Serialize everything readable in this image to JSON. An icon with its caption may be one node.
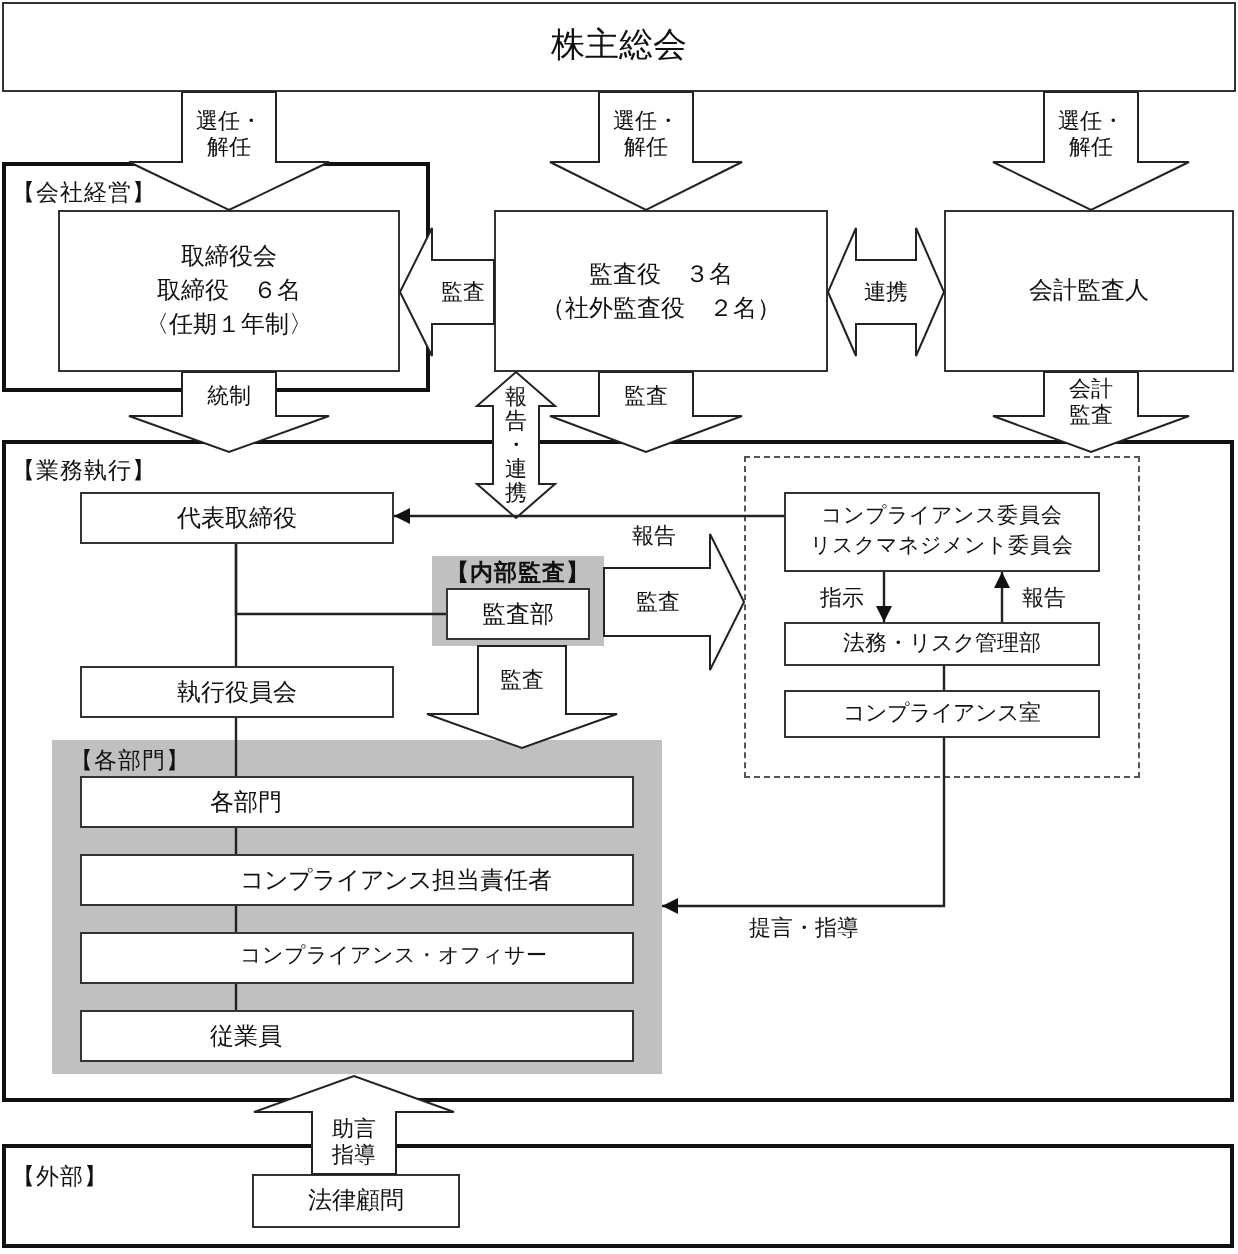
{
  "diagram": {
    "nodes": [
      {
        "text": [
          "株主総会"
        ]
      },
      {
        "text": [
          "【会社経営】"
        ]
      },
      {
        "text": [
          "取締役会",
          "取締役　６名",
          "〈任期１年制〉"
        ],
        "in": 1
      },
      {
        "text": [
          "監査役　３名",
          "（社外監査役　２名）"
        ]
      },
      {
        "text": [
          "会計監査人"
        ]
      },
      {
        "text": [
          "【業務執行】"
        ]
      },
      {
        "text": [
          "代表取締役"
        ],
        "in": 5
      },
      {
        "text": [
          "【内部監査】"
        ],
        "in": 5
      },
      {
        "text": [
          "監査部"
        ],
        "in": 7
      },
      {
        "text": [
          "執行役員会"
        ],
        "in": 5
      },
      {
        "text": [
          "【各部門】"
        ],
        "in": 5
      },
      {
        "text": [
          "各部門"
        ],
        "in": 10
      },
      {
        "text": [
          "コンプライアンス担当責任者"
        ],
        "in": 10
      },
      {
        "text": [
          "コンプライアンス・オフィサー"
        ],
        "in": 10
      },
      {
        "text": [
          "従業員"
        ],
        "in": 10
      },
      {
        "text": [],
        "shape": "box",
        "in": 5
      },
      {
        "text": [
          "コンプライアンス委員会",
          "リスクマネジメント委員会"
        ],
        "in": 15
      },
      {
        "text": [
          "法務・リスク管理部"
        ],
        "in": 15
      },
      {
        "text": [
          "コンプライアンス室"
        ],
        "in": 15
      },
      {
        "text": [
          "【外部】"
        ]
      },
      {
        "text": [
          "法律顧問"
        ],
        "in": 19
      }
    ],
    "edges": [
      {
        "from": 0,
        "to": 2,
        "arrow": "to",
        "label": "選任・解任",
        "style": "thick"
      },
      {
        "from": 0,
        "to": 3,
        "arrow": "to",
        "label": "選任・解任",
        "style": "thick"
      },
      {
        "from": 0,
        "to": 4,
        "arrow": "to",
        "label": "選任・解任",
        "style": "thick"
      },
      {
        "from": 3,
        "to": 2,
        "arrow": "to",
        "label": "監査",
        "style": "thick"
      },
      {
        "from": 3,
        "to": 4,
        "arrow": "both",
        "label": "連携",
        "style": "thick"
      },
      {
        "from": 2,
        "to": 5,
        "arrow": "to",
        "label": "統制",
        "style": "thick"
      },
      {
        "from": 3,
        "to": null,
        "arrow": "both",
        "label": "報告・連携",
        "style": "thick"
      },
      {
        "from": 3,
        "to": 5,
        "arrow": "to",
        "label": "監査",
        "style": "thick"
      },
      {
        "from": 4,
        "to": 5,
        "arrow": "to",
        "label": "会計監査",
        "style": "thick"
      },
      {
        "from": 16,
        "to": 6,
        "arrow": "to",
        "label": "報告"
      },
      {
        "from": 6,
        "to": 9,
        "arrow": "none"
      },
      {
        "from": 6,
        "to": 8,
        "arrow": "none"
      },
      {
        "from": 7,
        "to": 10,
        "arrow": "to",
        "label": "監査",
        "style": "thick"
      },
      {
        "from": 7,
        "to": 15,
        "arrow": "to",
        "label": "監査",
        "style": "thick"
      },
      {
        "from": 9,
        "to": 11,
        "arrow": "none"
      },
      {
        "from": 11,
        "to": 12,
        "arrow": "none"
      },
      {
        "from": 12,
        "to": 13,
        "arrow": "none"
      },
      {
        "from": 13,
        "to": 14,
        "arrow": "none"
      },
      {
        "from": 16,
        "to": 17,
        "arrow": "to",
        "label": "指示"
      },
      {
        "from": 17,
        "to": 16,
        "arrow": "to",
        "label": "報告"
      },
      {
        "from": 17,
        "to": 18,
        "arrow": "none"
      },
      {
        "from": 18,
        "to": 10,
        "arrow": "to",
        "label": "提言・指導"
      },
      {
        "from": 20,
        "to": 10,
        "arrow": "to",
        "label": "助言指導",
        "style": "thick"
      }
    ]
  }
}
